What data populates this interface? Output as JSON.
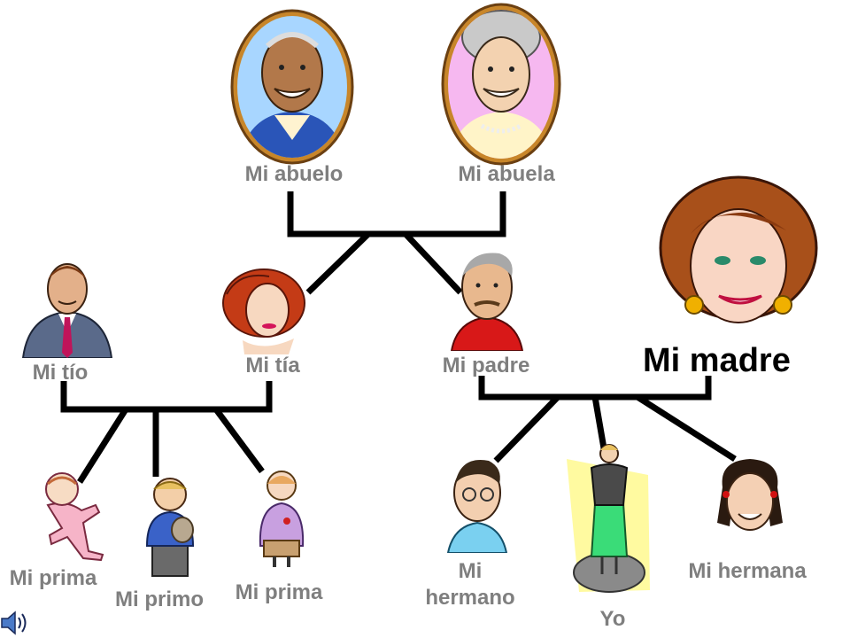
{
  "labels": {
    "abuelo": "Mi abuelo",
    "abuela": "Mi abuela",
    "tio": "Mi tío",
    "tia": "Mi tía",
    "padre": "Mi padre",
    "madre": "Mi madre",
    "prima_baby": "Mi prima",
    "primo": "Mi primo",
    "prima": "Mi prima",
    "hermano": "Mi hermano",
    "yo": "Yo",
    "hermana": "Mi hermana"
  },
  "icons": {
    "sound": "speaker-icon"
  },
  "colors": {
    "label": "#7f7f7f",
    "connector": "#000000",
    "frame_gold": "#c8862a"
  }
}
